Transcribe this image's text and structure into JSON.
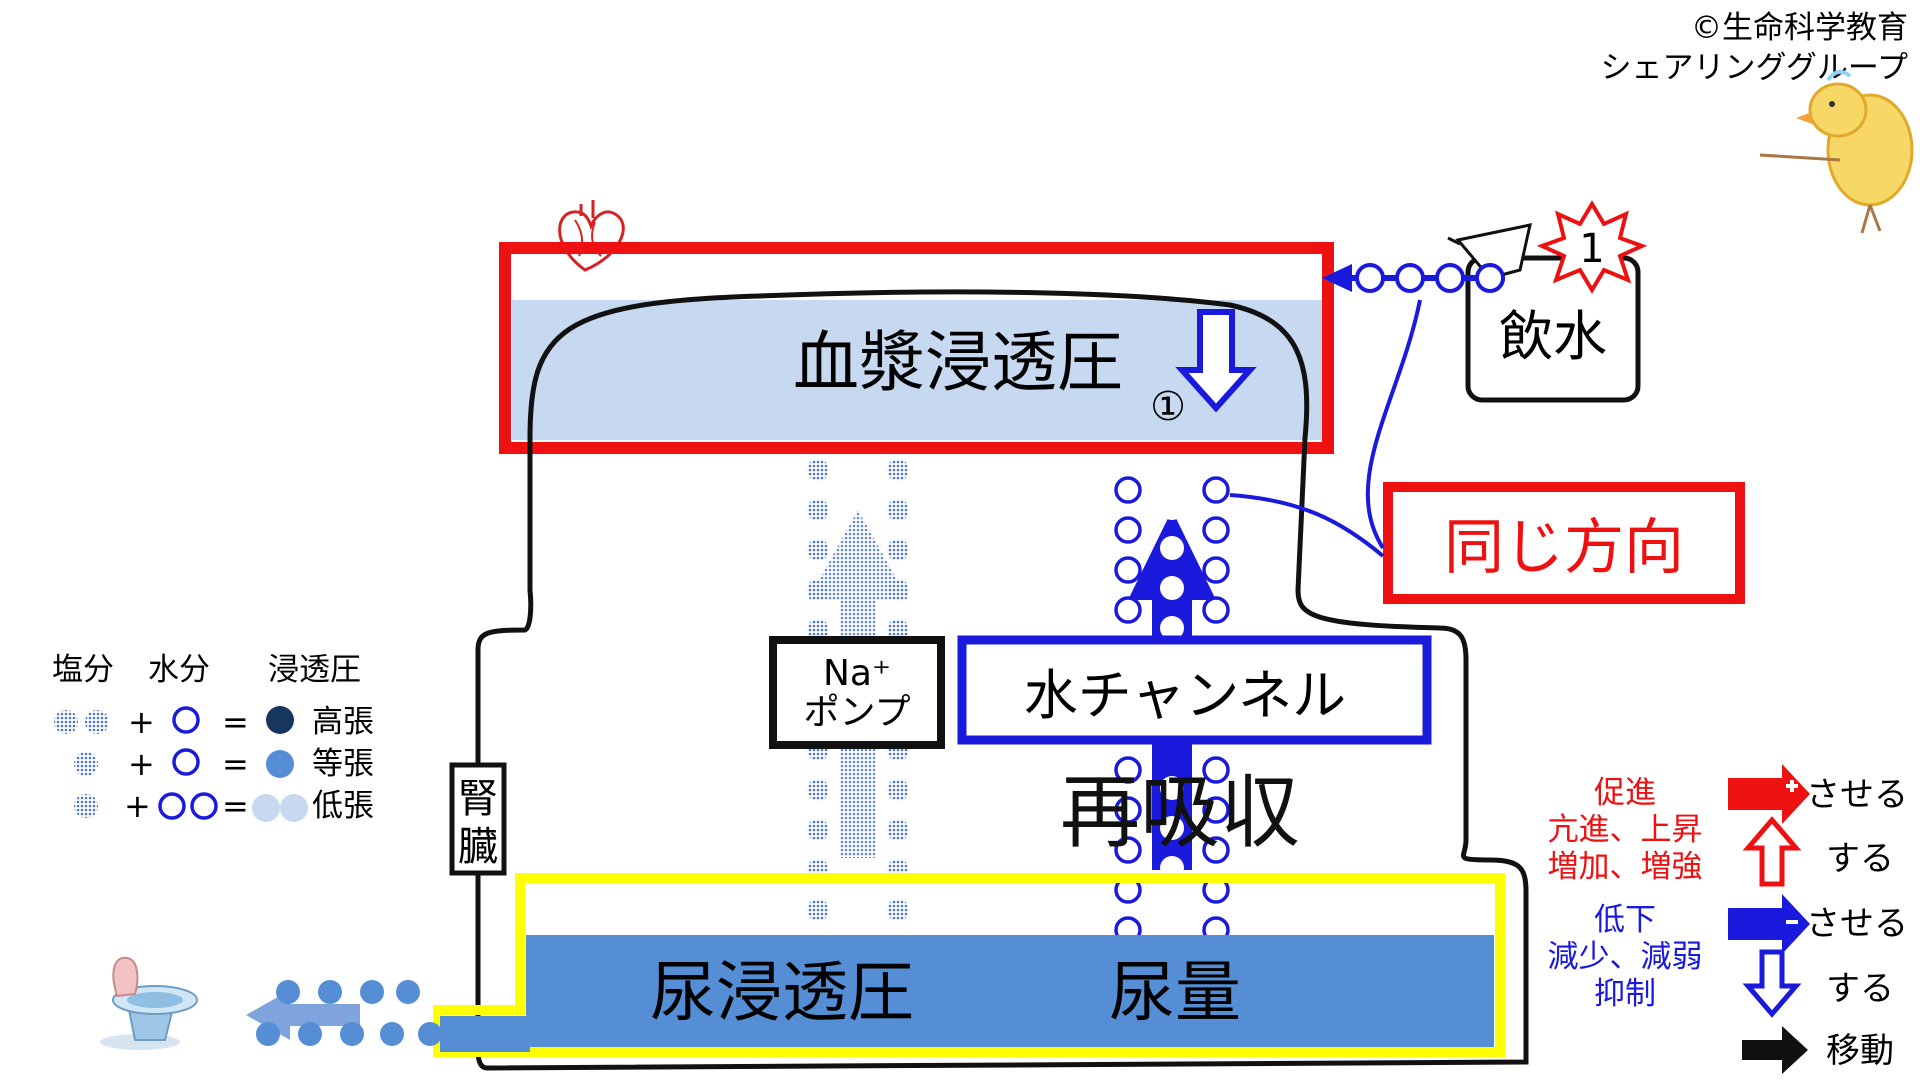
{
  "copyright": {
    "line1": "©生命科学教育",
    "line2": "シェアリンググループ"
  },
  "mascot_icon": "chick-icon",
  "heart_icon": "heart-icon",
  "toilet_icon": "toilet-icon",
  "cup_icon": "cup-icon",
  "blood_box": {
    "label": "血漿浸透圧",
    "marker": "①"
  },
  "drink": {
    "label": "飲水",
    "badge": "1"
  },
  "same_direction": {
    "label": "同じ方向"
  },
  "na_pump": {
    "line1": "Na⁺",
    "line2": "ポンプ"
  },
  "water_channel": {
    "label": "水チャンネル"
  },
  "reabsorption": {
    "label": "再吸収"
  },
  "kidney": {
    "line1": "腎",
    "line2": "臓"
  },
  "urine": {
    "osmotic_label": "尿浸透圧",
    "volume_label": "尿量"
  },
  "legend": {
    "header_salt": "塩分",
    "header_water": "水分",
    "header_osm": "浸透圧",
    "plus": "+",
    "equals": "=",
    "rows": [
      {
        "result": "高張"
      },
      {
        "result": "等張"
      },
      {
        "result": "低張"
      }
    ]
  },
  "key": {
    "promote_title": "促進",
    "promote_line2": "亢進、上昇",
    "promote_line3": "増加、増強",
    "reduce_title": "低下",
    "reduce_line2": "減少、減弱",
    "reduce_line3": "抑制",
    "make_label_1": "させる",
    "do_label_1": "する",
    "make_label_2": "させる",
    "do_label_2": "する",
    "move_label": "移動"
  },
  "colors": {
    "red": "#ee1111",
    "blue": "#1a1adc",
    "yellow": "#ffff00",
    "plasma_fill": "#c6d9f0",
    "urine_fill": "#558ed5",
    "dot_blue": "#6d93d6",
    "dark_navy": "#17365d"
  }
}
